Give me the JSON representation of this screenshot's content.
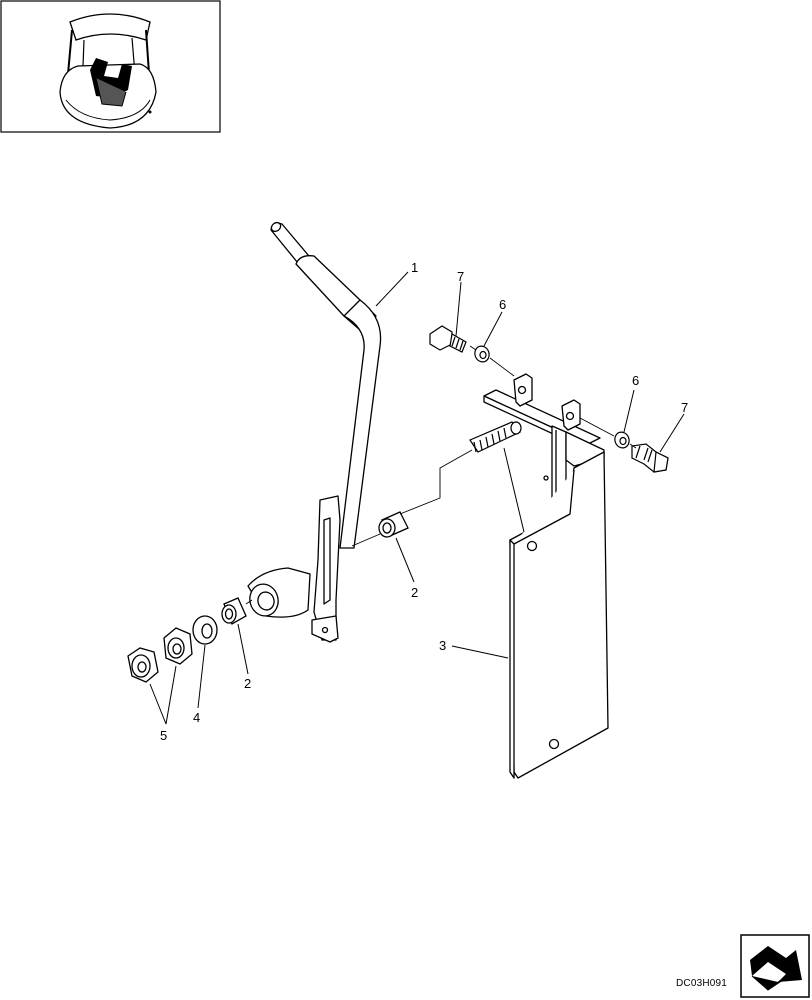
{
  "diagram": {
    "drawing_ref": "DC03H091",
    "callouts": [
      {
        "id": "c1",
        "label": "1"
      },
      {
        "id": "c2a",
        "label": "2"
      },
      {
        "id": "c2b",
        "label": "2"
      },
      {
        "id": "c3",
        "label": "3"
      },
      {
        "id": "c4",
        "label": "4"
      },
      {
        "id": "c5",
        "label": "5"
      },
      {
        "id": "c6a",
        "label": "6"
      },
      {
        "id": "c6b",
        "label": "6"
      },
      {
        "id": "c7a",
        "label": "7"
      },
      {
        "id": "c7b",
        "label": "7"
      }
    ],
    "icons": {
      "locator": "machine-cab-locator-icon",
      "navigation": "next-page-arrow-icon"
    }
  }
}
